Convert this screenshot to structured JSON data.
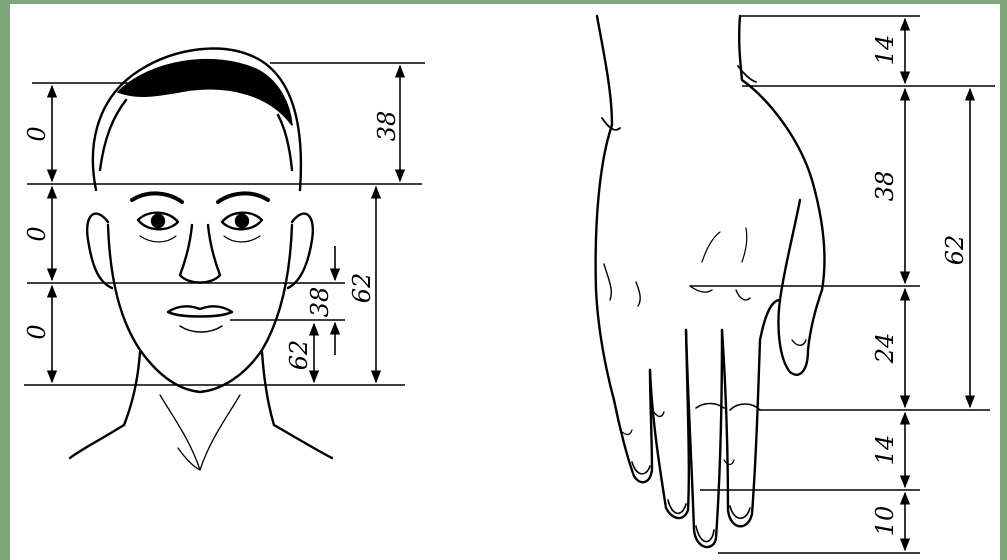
{
  "colors": {
    "background": "#7fa67a",
    "panel": "#ffffff",
    "ink": "#000000"
  },
  "face": {
    "left_labels": [
      "0",
      "0",
      "0"
    ],
    "measure_top": "38",
    "measure_nose_chin": "62",
    "measure_nose_mouth": "38",
    "measure_mouth_chin": "62"
  },
  "hand": {
    "measures": [
      "14",
      "38",
      "24",
      "14",
      "10"
    ],
    "measure_span": "62"
  }
}
